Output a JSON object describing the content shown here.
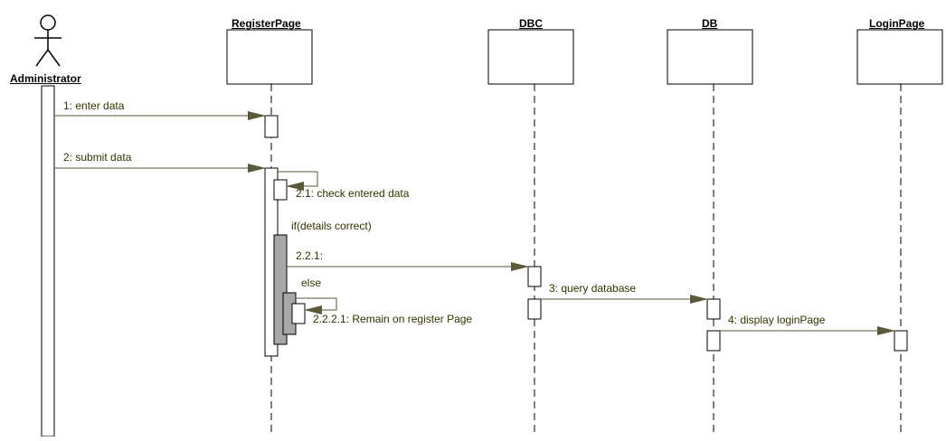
{
  "actor": {
    "name": "Administrator"
  },
  "objects": [
    {
      "id": "register",
      "name": "RegisterPage"
    },
    {
      "id": "dbc",
      "name": "DBC"
    },
    {
      "id": "db",
      "name": "DB"
    },
    {
      "id": "login",
      "name": "LoginPage"
    }
  ],
  "messages": {
    "m1": "1: enter data",
    "m2": "2: submit data",
    "m21": "2.1: check entered data",
    "guard_if": "if(details correct)",
    "m221": "2.2.1:",
    "guard_else": "else",
    "m2221": "2.2.2.1: Remain on register Page",
    "m3": "3: query database",
    "m4": "4: display loginPage"
  },
  "colors": {
    "line": "#000000",
    "arrow_line": "#5a5a3a",
    "arrow_head": "#5a5a3a",
    "label": "#333300",
    "activation_fill": "#a8a8a8"
  }
}
